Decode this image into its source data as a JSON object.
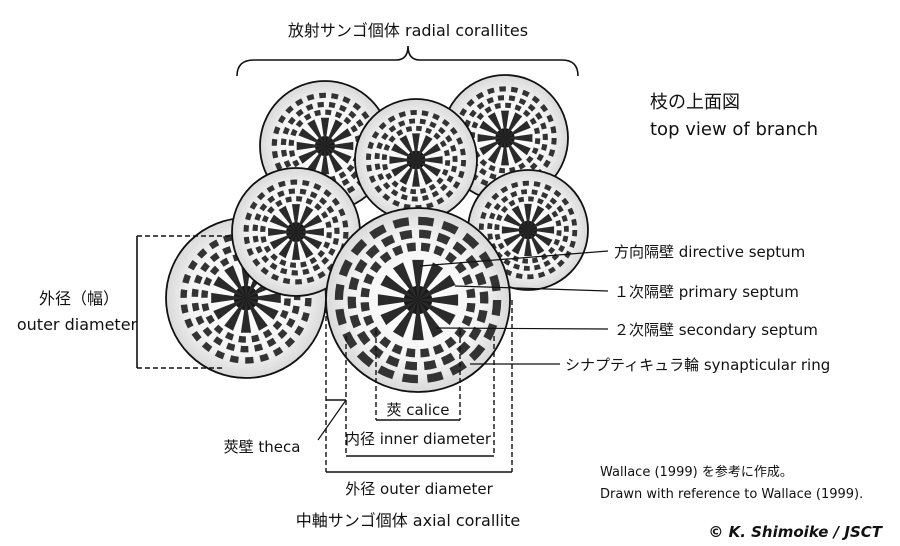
{
  "labels": {
    "radial": "放射サンゴ個体 radial corallites",
    "top_view_ja": "枝の上面図",
    "top_view_en": "top view of branch",
    "outer_width_ja": "外径（幅）",
    "outer_width_en": "outer diameter",
    "directive": "方向隔壁 directive septum",
    "primary": "１次隔壁 primary septum",
    "secondary": "２次隔壁 secondary septum",
    "synapticular": "シナプティキュラ輪 synapticular ring",
    "calice": "莢 calice",
    "theca": "莢壁 theca",
    "inner_diameter": "内径 inner diameter",
    "outer_diameter": "外径 outer diameter",
    "axial": "中軸サンゴ個体 axial corallite",
    "reference_ja": "Wallace (1999) を参考に作成。",
    "reference_en": "Drawn with reference  to Wallace (1999).",
    "credit": "© K. Shimoike / JSCT"
  }
}
